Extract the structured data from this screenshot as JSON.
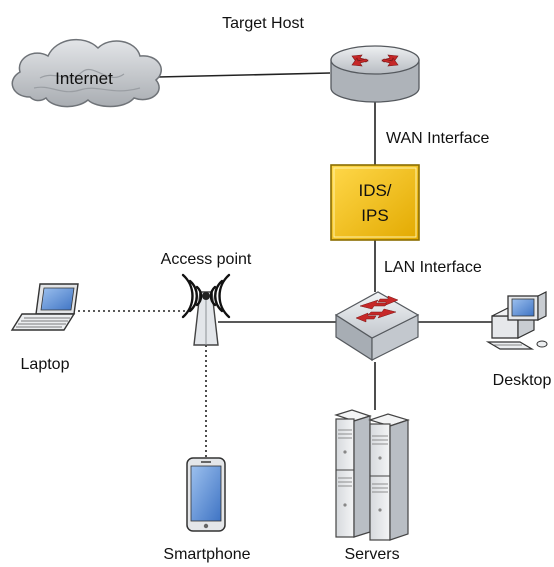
{
  "labels": {
    "target_host": "Target Host",
    "internet": "Internet",
    "wan_interface": "WAN Interface",
    "ids_line1": "IDS/",
    "ids_line2": "IPS",
    "lan_interface": "LAN Interface",
    "access_point": "Access point",
    "laptop": "Laptop",
    "desktop": "Desktop",
    "smartphone": "Smartphone",
    "servers": "Servers"
  },
  "colors": {
    "ids_fill": "#f3c51d",
    "ids_border": "#8a6d00",
    "router_fill": "#d9dde2",
    "arrow_red": "#c62828",
    "cloud_fill": "#c9ccd0",
    "screen_blue": "#5b8fd6",
    "line": "#222222"
  },
  "icons": {
    "cloud": "cloud-icon",
    "router": "router-icon",
    "ids": "firewall-icon",
    "switch": "switch-icon",
    "access_point": "wireless-access-point-icon",
    "laptop": "laptop-icon",
    "desktop": "desktop-computer-icon",
    "smartphone": "smartphone-icon",
    "servers": "server-rack-icon"
  }
}
